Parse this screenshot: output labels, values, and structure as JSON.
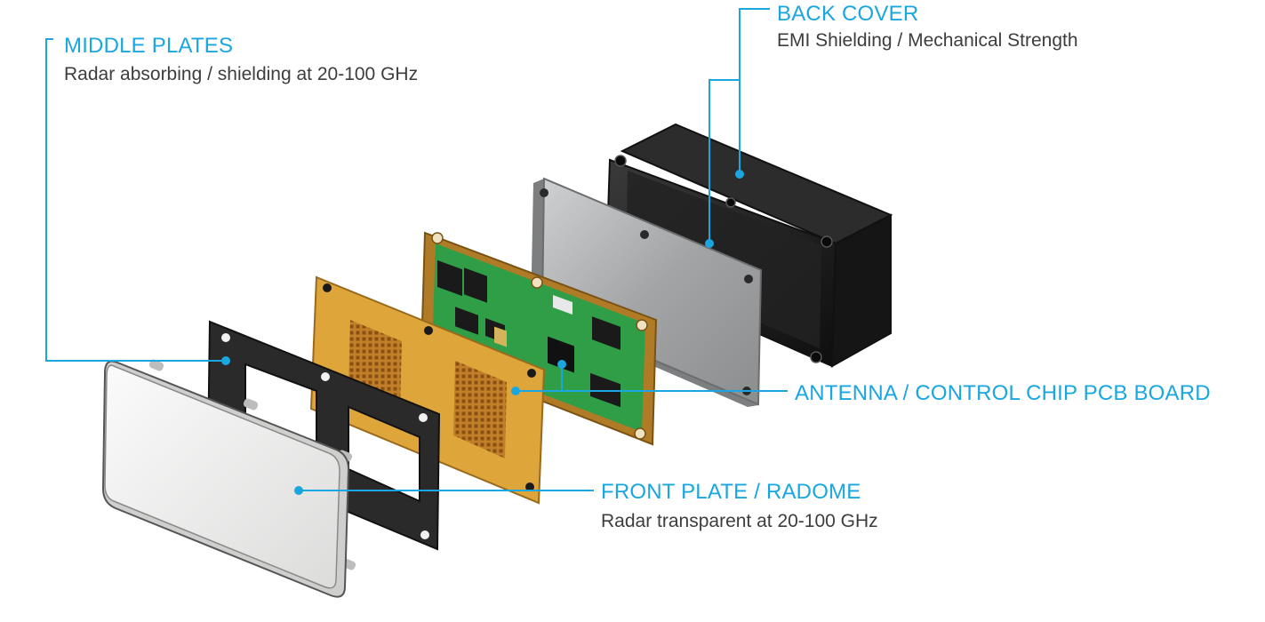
{
  "colors": {
    "accent": "#1aa6e0",
    "text": "#3d3d3d",
    "back_cover": "#1b1b1b",
    "metal_plate": "#a6a7a8",
    "pcb_green": "#2f9e47",
    "pcb_frame": "#b8832a",
    "antenna_gold": "#dea63a",
    "middle_plate": "#2a2a2a",
    "radome": "#ececeb"
  },
  "labels": {
    "back_cover": {
      "title": "BACK COVER",
      "sub": "EMI Shielding / Mechanical Strength"
    },
    "middle_plates": {
      "title": "MIDDLE PLATES",
      "sub": "Radar absorbing / shielding at 20-100 GHz"
    },
    "pcb": {
      "title": "ANTENNA / CONTROL CHIP PCB BOARD"
    },
    "front_plate": {
      "title": "FRONT PLATE / RADOME",
      "sub": "Radar transparent at 20-100 GHz"
    }
  }
}
